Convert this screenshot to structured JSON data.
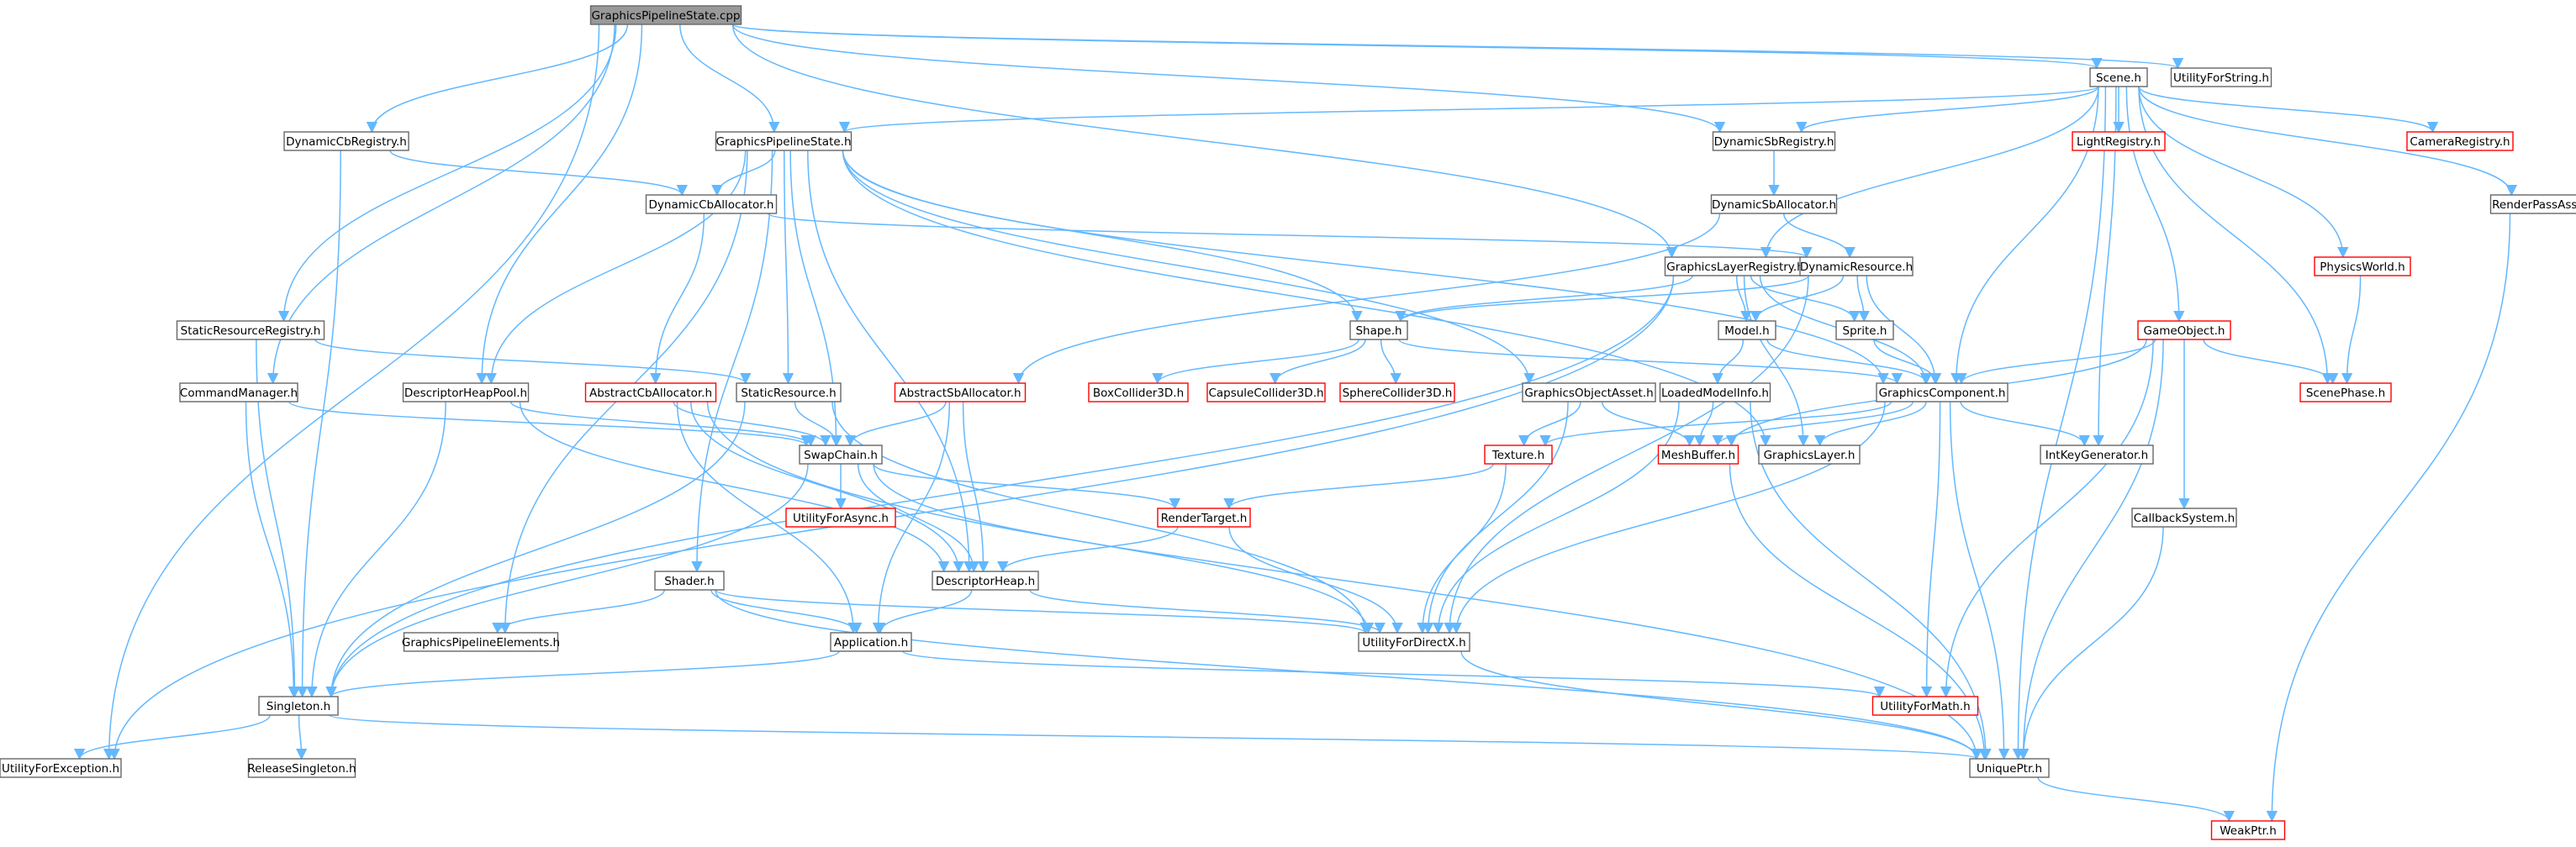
{
  "graph": {
    "root": "GraphicsPipelineState.cpp",
    "nodes": [
      {
        "id": "gps_cpp",
        "label": "GraphicsPipelineState.cpp",
        "root": true
      },
      {
        "id": "scene",
        "label": "Scene.h"
      },
      {
        "id": "uforstring",
        "label": "UtilityForString.h"
      },
      {
        "id": "dcbreg",
        "label": "DynamicCbRegistry.h"
      },
      {
        "id": "gps_h",
        "label": "GraphicsPipelineState.h"
      },
      {
        "id": "dsbreg",
        "label": "DynamicSbRegistry.h"
      },
      {
        "id": "lightreg",
        "label": "LightRegistry.h",
        "truncated": true
      },
      {
        "id": "camreg",
        "label": "CameraRegistry.h",
        "truncated": true
      },
      {
        "id": "rpasset",
        "label": "RenderPassAsset.h"
      },
      {
        "id": "dcballoc",
        "label": "DynamicCbAllocator.h"
      },
      {
        "id": "dsballoc",
        "label": "DynamicSbAllocator.h"
      },
      {
        "id": "glreg",
        "label": "GraphicsLayerRegistry.h"
      },
      {
        "id": "dynres",
        "label": "DynamicResource.h"
      },
      {
        "id": "physworld",
        "label": "PhysicsWorld.h",
        "truncated": true
      },
      {
        "id": "srreg",
        "label": "StaticResourceRegistry.h"
      },
      {
        "id": "shape",
        "label": "Shape.h"
      },
      {
        "id": "model",
        "label": "Model.h"
      },
      {
        "id": "sprite",
        "label": "Sprite.h"
      },
      {
        "id": "gameobj",
        "label": "GameObject.h",
        "truncated": true
      },
      {
        "id": "cmdmgr",
        "label": "CommandManager.h"
      },
      {
        "id": "dhpool",
        "label": "DescriptorHeapPool.h"
      },
      {
        "id": "acballoc",
        "label": "AbstractCbAllocator.h",
        "truncated": true
      },
      {
        "id": "staticres",
        "label": "StaticResource.h"
      },
      {
        "id": "asballoc",
        "label": "AbstractSbAllocator.h",
        "truncated": true
      },
      {
        "id": "box3d",
        "label": "BoxCollider3D.h",
        "truncated": true
      },
      {
        "id": "cap3d",
        "label": "CapsuleCollider3D.h",
        "truncated": true
      },
      {
        "id": "sph3d",
        "label": "SphereCollider3D.h",
        "truncated": true
      },
      {
        "id": "goasset",
        "label": "GraphicsObjectAsset.h"
      },
      {
        "id": "lminfo",
        "label": "LoadedModelInfo.h"
      },
      {
        "id": "gcomp",
        "label": "GraphicsComponent.h"
      },
      {
        "id": "scenephase",
        "label": "ScenePhase.h",
        "truncated": true
      },
      {
        "id": "swapchain",
        "label": "SwapChain.h"
      },
      {
        "id": "texture",
        "label": "Texture.h",
        "truncated": true
      },
      {
        "id": "meshbuf",
        "label": "MeshBuffer.h",
        "truncated": true
      },
      {
        "id": "glayer",
        "label": "GraphicsLayer.h"
      },
      {
        "id": "intkey",
        "label": "IntKeyGenerator.h"
      },
      {
        "id": "uforasync",
        "label": "UtilityForAsync.h",
        "truncated": true
      },
      {
        "id": "rtarget",
        "label": "RenderTarget.h",
        "truncated": true
      },
      {
        "id": "callback",
        "label": "CallbackSystem.h"
      },
      {
        "id": "shader",
        "label": "Shader.h"
      },
      {
        "id": "dheap",
        "label": "DescriptorHeap.h"
      },
      {
        "id": "gpelems",
        "label": "GraphicsPipelineElements.h"
      },
      {
        "id": "application",
        "label": "Application.h"
      },
      {
        "id": "ufordx",
        "label": "UtilityForDirectX.h"
      },
      {
        "id": "singleton",
        "label": "Singleton.h"
      },
      {
        "id": "uformath",
        "label": "UtilityForMath.h",
        "truncated": true
      },
      {
        "id": "uforexc",
        "label": "UtilityForException.h"
      },
      {
        "id": "relsingleton",
        "label": "ReleaseSingleton.h"
      },
      {
        "id": "uniqueptr",
        "label": "UniquePtr.h"
      },
      {
        "id": "weakptr",
        "label": "WeakPtr.h",
        "truncated": true
      }
    ],
    "edges": [
      [
        "gps_cpp",
        "scene"
      ],
      [
        "gps_cpp",
        "uforstring"
      ],
      [
        "gps_cpp",
        "dcbreg"
      ],
      [
        "gps_cpp",
        "gps_h"
      ],
      [
        "gps_cpp",
        "dsbreg"
      ],
      [
        "gps_cpp",
        "glreg"
      ],
      [
        "gps_cpp",
        "srreg"
      ],
      [
        "gps_cpp",
        "cmdmgr"
      ],
      [
        "gps_cpp",
        "dhpool"
      ],
      [
        "gps_cpp",
        "uforexc"
      ],
      [
        "scene",
        "gps_h"
      ],
      [
        "scene",
        "dsbreg"
      ],
      [
        "scene",
        "lightreg"
      ],
      [
        "scene",
        "camreg"
      ],
      [
        "scene",
        "rpasset"
      ],
      [
        "scene",
        "glreg"
      ],
      [
        "scene",
        "physworld"
      ],
      [
        "scene",
        "gameobj"
      ],
      [
        "scene",
        "gcomp"
      ],
      [
        "scene",
        "scenephase"
      ],
      [
        "scene",
        "intkey"
      ],
      [
        "scene",
        "uniqueptr"
      ],
      [
        "dcbreg",
        "dcballoc"
      ],
      [
        "dcbreg",
        "singleton"
      ],
      [
        "gps_h",
        "dcballoc"
      ],
      [
        "gps_h",
        "dhpool"
      ],
      [
        "gps_h",
        "staticres"
      ],
      [
        "gps_h",
        "swapchain"
      ],
      [
        "gps_h",
        "gpelems"
      ],
      [
        "gps_h",
        "shader"
      ],
      [
        "gps_h",
        "dheap"
      ],
      [
        "gps_h",
        "goasset"
      ],
      [
        "gps_h",
        "gcomp"
      ],
      [
        "gps_h",
        "glayer"
      ],
      [
        "gps_h",
        "shape"
      ],
      [
        "dsbreg",
        "dsballoc"
      ],
      [
        "dcballoc",
        "acballoc"
      ],
      [
        "dcballoc",
        "dynres"
      ],
      [
        "dsballoc",
        "asballoc"
      ],
      [
        "dsballoc",
        "dynres"
      ],
      [
        "glreg",
        "shape"
      ],
      [
        "glreg",
        "model"
      ],
      [
        "glreg",
        "sprite"
      ],
      [
        "glreg",
        "gcomp"
      ],
      [
        "glreg",
        "glayer"
      ],
      [
        "glreg",
        "uforexc"
      ],
      [
        "glreg",
        "singleton"
      ],
      [
        "dynres",
        "shape"
      ],
      [
        "dynres",
        "model"
      ],
      [
        "dynres",
        "sprite"
      ],
      [
        "dynres",
        "gcomp"
      ],
      [
        "dynres",
        "ufordx"
      ],
      [
        "physworld",
        "scenephase"
      ],
      [
        "srreg",
        "staticres"
      ],
      [
        "srreg",
        "singleton"
      ],
      [
        "shape",
        "box3d"
      ],
      [
        "shape",
        "cap3d"
      ],
      [
        "shape",
        "sph3d"
      ],
      [
        "shape",
        "gcomp"
      ],
      [
        "model",
        "lminfo"
      ],
      [
        "model",
        "gcomp"
      ],
      [
        "sprite",
        "gcomp"
      ],
      [
        "gameobj",
        "gcomp"
      ],
      [
        "gameobj",
        "scenephase"
      ],
      [
        "gameobj",
        "callback"
      ],
      [
        "gameobj",
        "uniqueptr"
      ],
      [
        "gameobj",
        "uformath"
      ],
      [
        "gameobj",
        "meshbuf"
      ],
      [
        "cmdmgr",
        "swapchain"
      ],
      [
        "cmdmgr",
        "singleton"
      ],
      [
        "dhpool",
        "swapchain"
      ],
      [
        "dhpool",
        "dheap"
      ],
      [
        "dhpool",
        "singleton"
      ],
      [
        "acballoc",
        "swapchain"
      ],
      [
        "acballoc",
        "dheap"
      ],
      [
        "acballoc",
        "application"
      ],
      [
        "acballoc",
        "uniqueptr"
      ],
      [
        "staticres",
        "swapchain"
      ],
      [
        "staticres",
        "ufordx"
      ],
      [
        "staticres",
        "singleton"
      ],
      [
        "asballoc",
        "swapchain"
      ],
      [
        "asballoc",
        "dheap"
      ],
      [
        "asballoc",
        "application"
      ],
      [
        "goasset",
        "texture"
      ],
      [
        "goasset",
        "meshbuf"
      ],
      [
        "goasset",
        "ufordx"
      ],
      [
        "lminfo",
        "meshbuf"
      ],
      [
        "lminfo",
        "ufordx"
      ],
      [
        "lminfo",
        "uniqueptr"
      ],
      [
        "gcomp",
        "texture"
      ],
      [
        "gcomp",
        "meshbuf"
      ],
      [
        "gcomp",
        "glayer"
      ],
      [
        "gcomp",
        "intkey"
      ],
      [
        "gcomp",
        "ufordx"
      ],
      [
        "gcomp",
        "uformath"
      ],
      [
        "gcomp",
        "uniqueptr"
      ],
      [
        "swapchain",
        "uforasync"
      ],
      [
        "swapchain",
        "rtarget"
      ],
      [
        "swapchain",
        "dheap"
      ],
      [
        "swapchain",
        "ufordx"
      ],
      [
        "swapchain",
        "singleton"
      ],
      [
        "texture",
        "rtarget"
      ],
      [
        "texture",
        "ufordx"
      ],
      [
        "meshbuf",
        "uniqueptr"
      ],
      [
        "rtarget",
        "dheap"
      ],
      [
        "rtarget",
        "ufordx"
      ],
      [
        "callback",
        "uniqueptr"
      ],
      [
        "shader",
        "gpelems"
      ],
      [
        "shader",
        "application"
      ],
      [
        "shader",
        "ufordx"
      ],
      [
        "shader",
        "uniqueptr"
      ],
      [
        "dheap",
        "application"
      ],
      [
        "dheap",
        "ufordx"
      ],
      [
        "application",
        "singleton"
      ],
      [
        "application",
        "uformath"
      ],
      [
        "ufordx",
        "uniqueptr"
      ],
      [
        "singleton",
        "uforexc"
      ],
      [
        "singleton",
        "relsingleton"
      ],
      [
        "singleton",
        "uniqueptr"
      ],
      [
        "uniqueptr",
        "weakptr"
      ],
      [
        "rpasset",
        "weakptr"
      ]
    ]
  }
}
